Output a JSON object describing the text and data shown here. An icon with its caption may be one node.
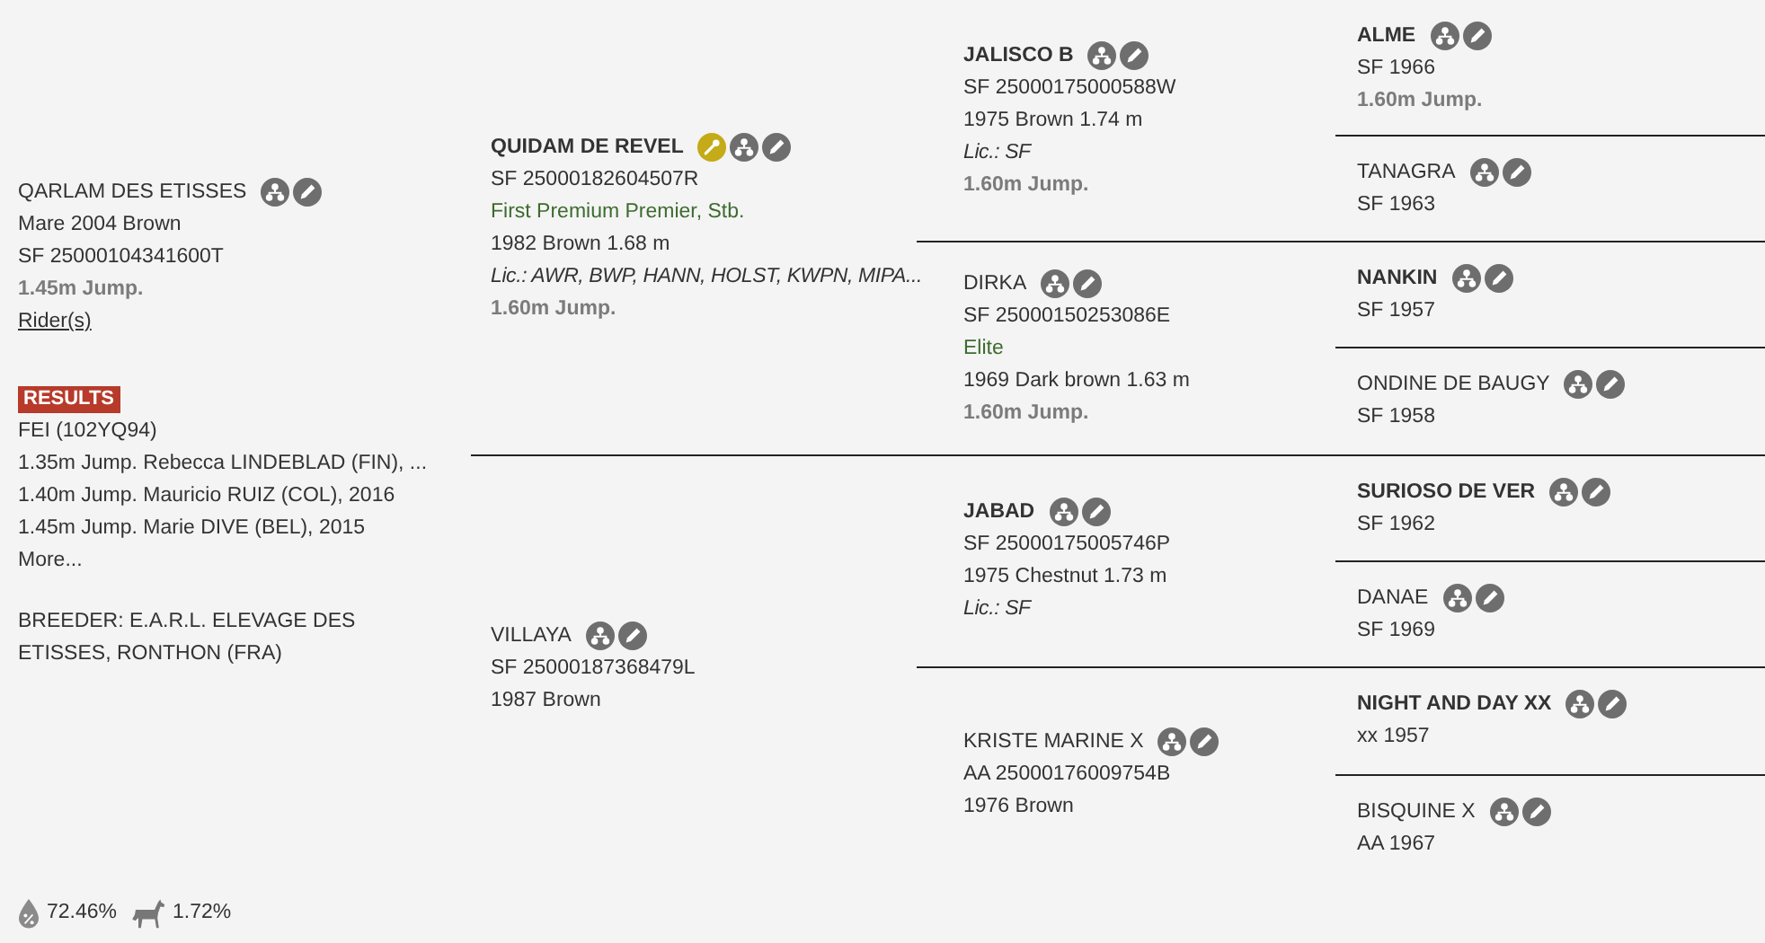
{
  "diagram": {
    "nodes": [
      {
        "text": [
          "QARLAM DES ETISSES",
          "Mare 2004 Brown",
          "SF 25000104341600T",
          "1.45m Jump.",
          "Rider(s)"
        ]
      },
      {
        "text": [
          "QUIDAM DE REVEL",
          "SF 25000182604507R",
          "First Premium Premier, Stb.",
          "1982 Brown 1.68 m",
          "Lic.: AWR, BWP, HANN, HOLST, KWPN, MIPA...",
          "1.60m Jump."
        ]
      },
      {
        "text": [
          "VILLAYA",
          "SF 25000187368479L",
          "1987 Brown"
        ]
      },
      {
        "text": [
          "JALISCO B",
          "SF 25000175000588W",
          "1975 Brown 1.74 m",
          "Lic.: SF",
          "1.60m Jump."
        ]
      },
      {
        "text": [
          "DIRKA",
          "SF 25000150253086E",
          "Elite",
          "1969 Dark brown 1.63 m",
          "1.60m Jump."
        ]
      },
      {
        "text": [
          "JABAD",
          "SF 25000175005746P",
          "1975 Chestnut 1.73 m",
          "Lic.: SF"
        ]
      },
      {
        "text": [
          "KRISTE MARINE X",
          "AA 25000176009754B",
          "1976 Brown"
        ]
      },
      {
        "text": [
          "ALME",
          "SF 1966",
          "1.60m Jump."
        ]
      },
      {
        "text": [
          "TANAGRA",
          "SF 1963"
        ]
      },
      {
        "text": [
          "NANKIN",
          "SF 1957"
        ]
      },
      {
        "text": [
          "ONDINE DE BAUGY",
          "SF 1958"
        ]
      },
      {
        "text": [
          "SURIOSO DE VER",
          "SF 1962"
        ]
      },
      {
        "text": [
          "DANAE",
          "SF 1969"
        ]
      },
      {
        "text": [
          "NIGHT AND DAY XX",
          "xx 1957"
        ]
      },
      {
        "text": [
          "BISQUINE X",
          "AA 1967"
        ]
      }
    ],
    "labels": [
      "RESULTS",
      "FEI (102YQ94)",
      "1.35m Jump. Rebecca LINDEBLAD (FIN), ...",
      "1.40m Jump. Mauricio RUIZ (COL), 2016",
      "1.45m Jump. Marie DIVE (BEL), 2015",
      "More...",
      "BREEDER: E.A.R.L. ELEVAGE DES ETISSES, RONTHON (FRA)",
      "72.46%",
      "1.72%"
    ]
  }
}
